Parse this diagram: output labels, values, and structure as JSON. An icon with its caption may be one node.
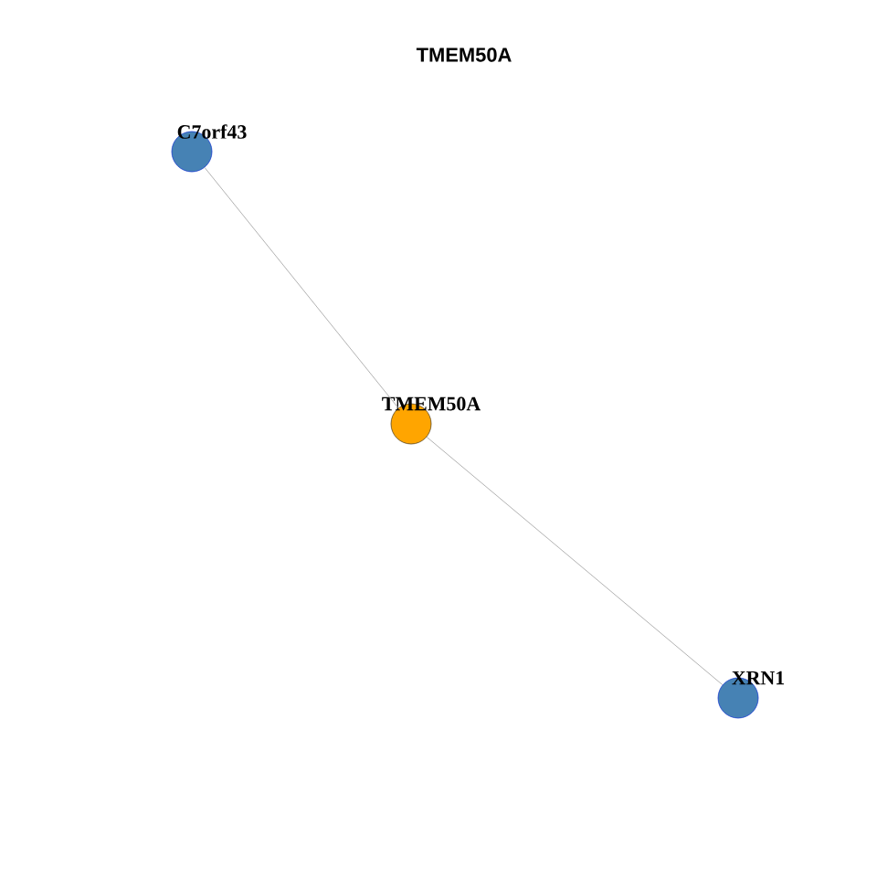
{
  "diagram": {
    "title": "TMEM50A",
    "nodes": [
      {
        "text": [
          "C7orf43"
        ]
      },
      {
        "text": [
          "TMEM50A"
        ]
      },
      {
        "text": [
          "XRN1"
        ]
      }
    ],
    "edges": [
      {
        "from": 1,
        "to": 0,
        "arrow": "none"
      },
      {
        "from": 1,
        "to": 2,
        "arrow": "none"
      }
    ]
  }
}
